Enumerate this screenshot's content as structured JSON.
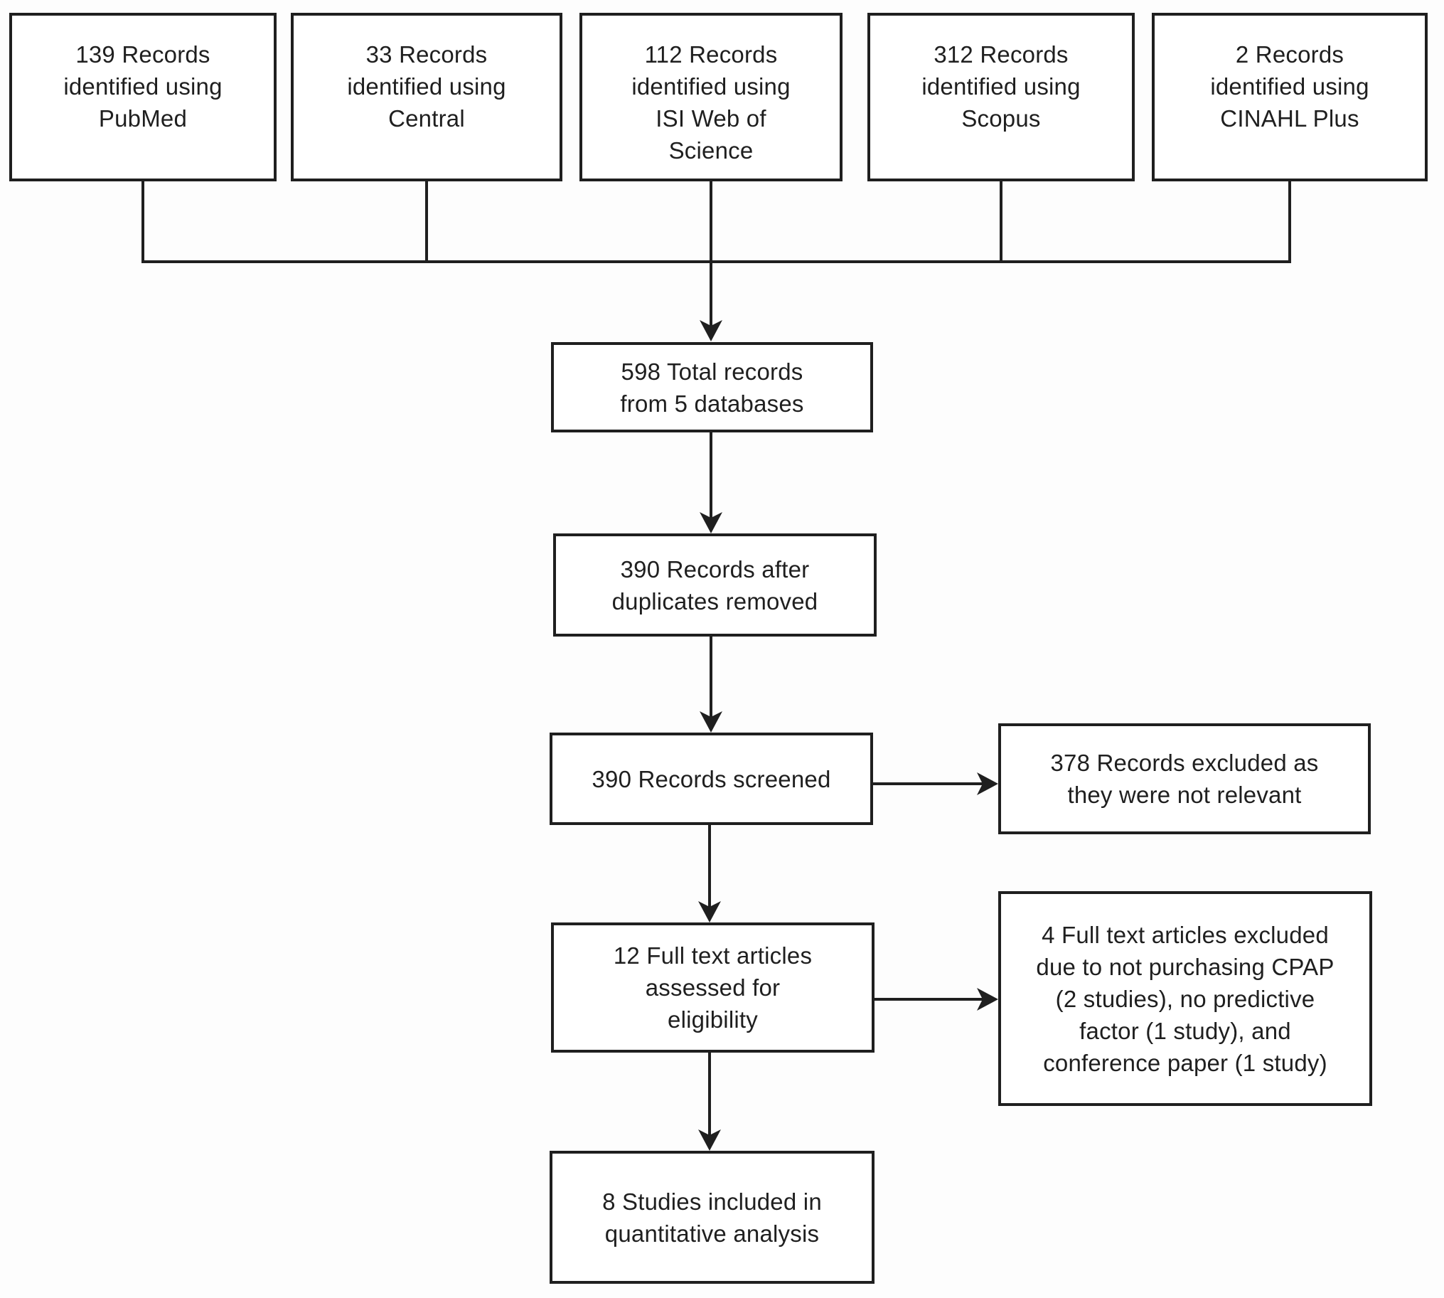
{
  "flowchart": {
    "sources": [
      {
        "label": "139 Records\nidentified using\nPubMed"
      },
      {
        "label": "33 Records\nidentified using\nCentral"
      },
      {
        "label": "112 Records\nidentified using\nISI Web of\nScience"
      },
      {
        "label": "312 Records\nidentified using\nScopus"
      },
      {
        "label": "2 Records\nidentified using\nCINAHL Plus"
      }
    ],
    "total_records": {
      "label": "598 Total records\nfrom 5 databases"
    },
    "after_duplicates": {
      "label": "390 Records after\nduplicates removed"
    },
    "screened": {
      "label": "390 Records screened"
    },
    "excluded_screening": {
      "label": "378 Records excluded as\nthey were not relevant"
    },
    "fulltext_assessed": {
      "label": "12 Full text articles\nassessed for\neligibility"
    },
    "excluded_fulltext": {
      "label": "4 Full text articles excluded\ndue to not purchasing CPAP\n(2 studies), no predictive\nfactor (1 study), and\nconference paper (1 study)"
    },
    "included": {
      "label": "8 Studies included in\nquantitative analysis"
    },
    "colors": {
      "stroke": "#1f1f1f",
      "background": "#fdfdfd"
    }
  }
}
